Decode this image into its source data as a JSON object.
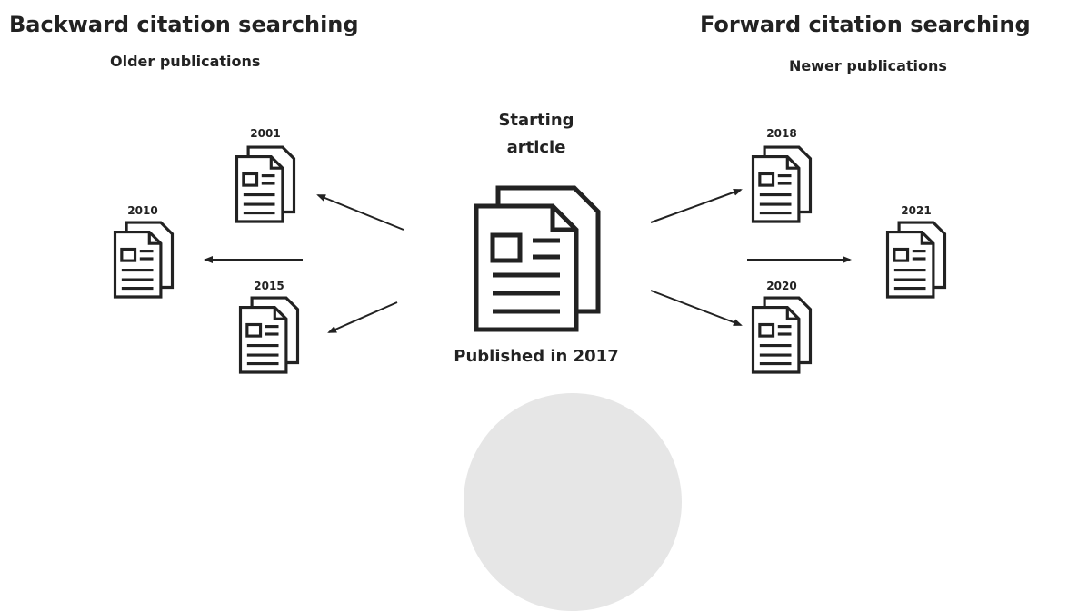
{
  "backward": {
    "title": "Backward citation searching",
    "subtitle": "Older publications"
  },
  "forward": {
    "title": "Forward citation searching",
    "subtitle": "Newer publications"
  },
  "starting": {
    "label_line1": "Starting",
    "label_line2": "article",
    "published": "Published in 2017"
  },
  "documents": {
    "y2001": "2001",
    "y2010": "2010",
    "y2015": "2015",
    "y2018": "2018",
    "y2020": "2020",
    "y2021": "2021"
  },
  "colors": {
    "ink": "#222222",
    "circle": "#e6e6e6"
  },
  "icons": [
    "document-stack-icon",
    "arrow-icon"
  ]
}
